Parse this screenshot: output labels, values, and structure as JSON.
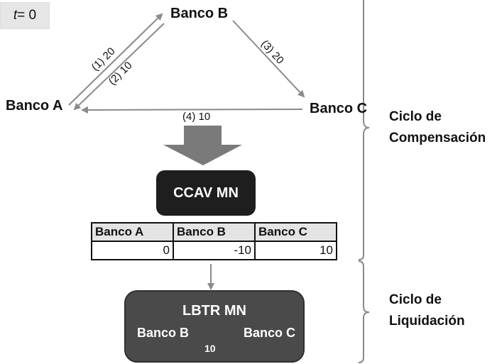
{
  "time_badge": {
    "variable": "t",
    "equals": " = 0"
  },
  "banks": {
    "a": "Banco A",
    "b": "Banco B",
    "c": "Banco C"
  },
  "transactions": [
    {
      "label": "(1) 20",
      "from": "Banco A",
      "to": "Banco B",
      "order": 1,
      "amount": 20
    },
    {
      "label": "(2) 10",
      "from": "Banco B",
      "to": "Banco A",
      "order": 2,
      "amount": 10
    },
    {
      "label": "(3) 20",
      "from": "Banco B",
      "to": "Banco C",
      "order": 3,
      "amount": 20
    },
    {
      "label": "(4) 10",
      "from": "Banco C",
      "to": "Banco A",
      "order": 4,
      "amount": 10
    }
  ],
  "ccav": {
    "title": "CCAV MN"
  },
  "balances_table": {
    "headers": [
      "Banco A",
      "Banco B",
      "Banco C"
    ],
    "values": [
      "0",
      "-10",
      "10"
    ]
  },
  "lbtr": {
    "title": "LBTR MN",
    "from": "Banco B",
    "to": "Banco C",
    "amount": "10"
  },
  "cycles": {
    "compensation": {
      "line1": "Ciclo de",
      "line2": "Compensación"
    },
    "settlement": {
      "line1": "Ciclo de",
      "line2": "Liquidación"
    }
  },
  "colors": {
    "arrow_gray": "#8a8a8a",
    "ccav_box": "#1e1e1e",
    "lbtr_box": "#4a4a4a",
    "table_header": "#e4e4e4",
    "badge": "#e6e6e6"
  }
}
